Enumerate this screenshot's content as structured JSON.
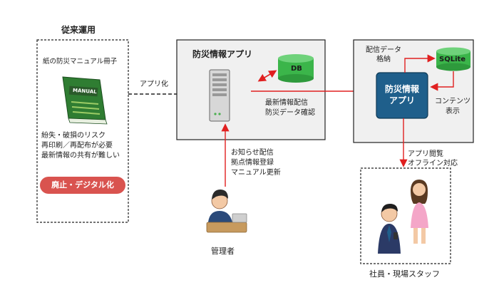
{
  "legacy": {
    "title": "従来運用",
    "booklet_caption": "紙の防災マニュアル冊子",
    "manual_label": "MANUAL",
    "risk_lines": [
      "紛失・破損のリスク",
      "再印刷／再配布が必要",
      "最新情報の共有が難しい"
    ],
    "badge": "廃止・デジタル化",
    "badge_color": "#d9534f"
  },
  "arrow_appify": "アプリ化",
  "server_box": {
    "title": "防災情報アプリ",
    "db_label": "DB",
    "db_color": "#3bb54a"
  },
  "sync_label": [
    "最新情報配信",
    "防災データ確認"
  ],
  "client_box": {
    "app_label": [
      "防災情報",
      "アプリ"
    ],
    "app_color": "#1f5f8b",
    "sqlite_label": "SQLite",
    "store_label": [
      "配信データ",
      "格納"
    ],
    "display_label": [
      "コンテンツ",
      "表示"
    ]
  },
  "admin": {
    "actions": [
      "お知らせ配信",
      "拠点情報登録",
      "マニュアル更新"
    ],
    "label": "管理者"
  },
  "staff": {
    "access": [
      "アプリ閲覧",
      "オフライン対応"
    ],
    "label": "社員・現場スタッフ"
  },
  "colors": {
    "arrow": "#e02020",
    "dashed": "#222222"
  }
}
